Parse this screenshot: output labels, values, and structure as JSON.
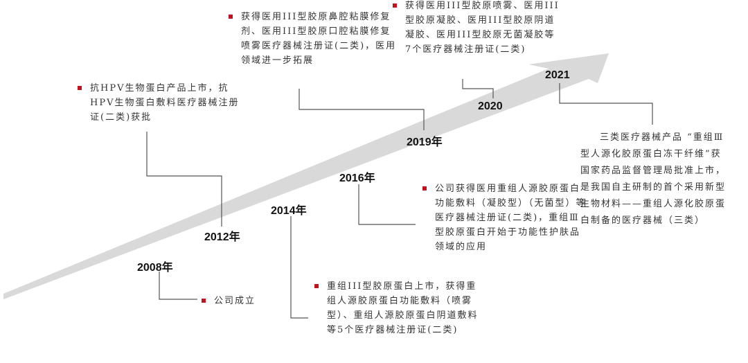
{
  "colors": {
    "arrow": "#d9d9d9",
    "bullet": "#c0141c",
    "connector": "#555555"
  },
  "years": {
    "y2008": "2008年",
    "y2012": "2012年",
    "y2014": "2014年",
    "y2016": "2016年",
    "y2019": "2019年",
    "y2020": "2020",
    "y2021": "2021"
  },
  "events": {
    "e2008": "公司成立",
    "e2012": "抗HPV生物蛋白产品上市，抗HPV生物蛋白敷料医疗器械注册证(二类)获批",
    "e2014": "重组III型胶原蛋白上市，获得重组人源胶原蛋白功能敷料（喷雾型）、重组人源胶原蛋白阴道敷料等5个医疗器械注册证(二类)",
    "e2016": "公司获得医用重组人源胶原蛋白功能敷料（凝胶型）（无菌型）等医疗器械注册证(二类)，重组Ⅲ型胶原蛋白开始于功能性护肤品领域的应用",
    "e2019": "获得医用III型胶原鼻腔粘膜修复剂、医用III型胶原口腔粘膜修复喷雾医疗器械注册证(二类)，医用领域进一步拓展",
    "e2020": "获得医用III型胶原喷雾、医用III型胶原凝胶、医用III型胶原阴道凝胶、医用III型胶原无菌凝胶等7个医疗器械注册证(二类)",
    "e2021": "三类医疗器械产品 “重组Ⅲ型人源化胶原蛋白冻干纤维”获国家药品监督管理局批准上市，是我国自主研制的首个采用新型生物材料——重组人源化胶原蛋白制备的医疗器械（三类）"
  }
}
